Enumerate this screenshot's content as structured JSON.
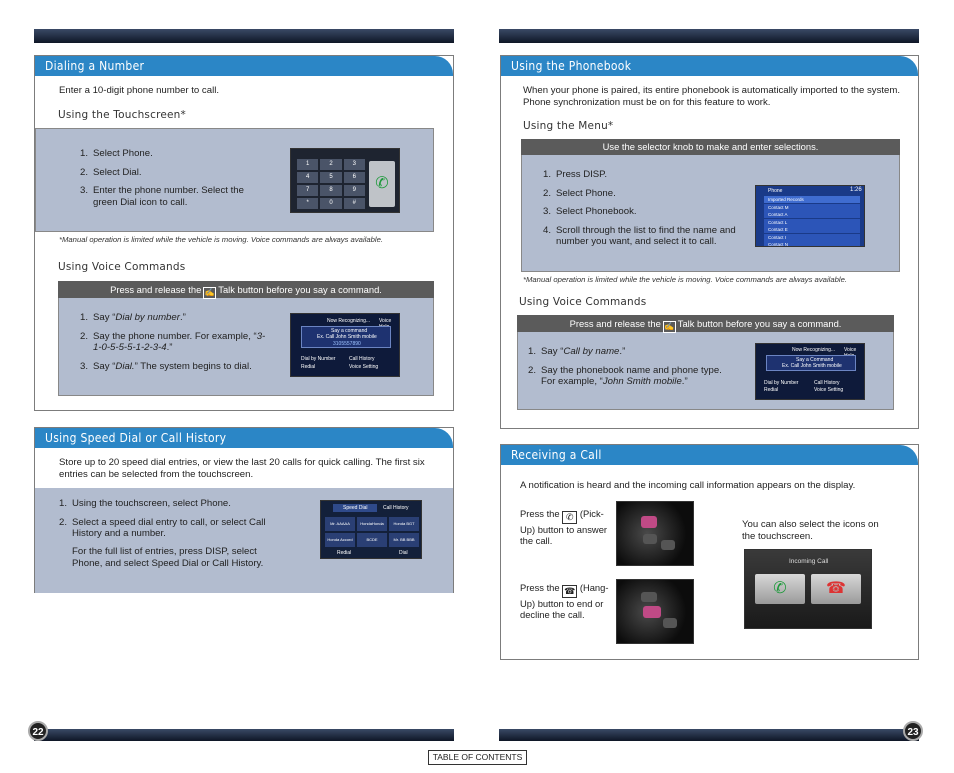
{
  "left": {
    "dialing": {
      "title": "Dialing a Number",
      "intro": "Enter a 10-digit phone number to call.",
      "touch_sub": "Using the Touchscreen*",
      "touch_steps": [
        "Select Phone.",
        "Select Dial.",
        "Enter the phone number. Select the green Dial icon to call."
      ],
      "touch_nums": [
        "1.",
        "2.",
        "3."
      ],
      "note": "*Manual operation is limited while the vehicle is moving. Voice commands are always available.",
      "voice_sub": "Using Voice Commands",
      "voice_bar_a": "Press and release the",
      "voice_bar_b": "Talk button before you say a command.",
      "voice_steps": [
        {
          "pre": "Say “",
          "em": "Dial by number",
          "post": ".”"
        },
        {
          "pre": "Say the phone number. For example, “",
          "em": "3-1-0-5-5-5-1-2-3-4",
          "post": ".”"
        },
        {
          "pre": "Say “",
          "em": "Dial.",
          "post": "”  The system begins to dial."
        }
      ],
      "voice_nums": [
        "1.",
        "2.",
        "3."
      ]
    },
    "speed": {
      "title": "Using Speed Dial or Call History",
      "intro": "Store up to 20 speed dial entries, or view the last 20 calls for quick calling. The first six entries can be selected from the touchscreen.",
      "steps": [
        "Using the touchscreen, select Phone.",
        "Select a speed dial entry to call, or select Call History and a number."
      ],
      "nums": [
        "1.",
        "2."
      ],
      "extra": "For the full list of entries, press DISP, select Phone, and select Speed Dial or Call History."
    },
    "page_num": "22"
  },
  "right": {
    "phonebook": {
      "title": "Using the Phonebook",
      "intro": "When your phone is paired, its entire phonebook is automatically imported to the system. Phone synchronization must be on for this feature to work.",
      "menu_sub": "Using the Menu*",
      "menu_bar": "Use the selector knob to make and enter selections.",
      "menu_steps": [
        "Press DISP.",
        "Select Phone.",
        "Select Phonebook.",
        "Scroll through the list to find the name and number you want, and select it to call."
      ],
      "menu_nums": [
        "1.",
        "2.",
        "3.",
        "4."
      ],
      "note": "*Manual operation is limited while the vehicle is moving. Voice commands are always available.",
      "voice_sub": "Using Voice Commands",
      "voice_bar_a": "Press and release the",
      "voice_bar_b": "Talk button before you say a command.",
      "voice_steps": [
        {
          "pre": "Say “",
          "em": "Call by name",
          "post": ".”"
        },
        {
          "pre": "Say the phonebook name and phone type. For example, “",
          "em": "John Smith mobile",
          "post": ".”"
        }
      ],
      "voice_nums": [
        "1.",
        "2."
      ]
    },
    "receiving": {
      "title": "Receiving a Call",
      "intro": "A notification is heard and the incoming call information appears on the display.",
      "pickup_a": "Press the",
      "pickup_b": "(Pick-Up) button to answer the call.",
      "hangup_a": "Press the",
      "hangup_b": "(Hang-Up) button to end or decline the call.",
      "touch_note": "You can also select the icons on the touchscreen.",
      "incoming_label": "Incoming Call"
    },
    "page_num": "23"
  },
  "screens": {
    "keypad": [
      "1",
      "2",
      "3",
      "4",
      "5",
      "6",
      "7",
      "8",
      "9",
      "*",
      "0",
      "#"
    ],
    "voice_dial": {
      "top": "Now Recognizing...",
      "cancel": "Voice Help",
      "say": "Say a command",
      "example": "Ex. Call John Smith mobile",
      "number": "3105557890",
      "opts": [
        "Dial by Number",
        "Call History",
        "Redial",
        "Voice Setting"
      ]
    },
    "speed_tabs": [
      "Speed Dial",
      "Call History"
    ],
    "speed_entries": [
      "Mr. AAAAA",
      "HondaHonda",
      "Honda BGT",
      "Honda Accord",
      "BCDE",
      "Mr. BB BBB"
    ],
    "speed_bottom": [
      "Redial",
      "Dial"
    ],
    "phonebook_title": "Phone",
    "phonebook_time": "1:26",
    "phonebook_list": [
      "Imported Records",
      "Contact M",
      "Contact A",
      "Contact L",
      "Contact E",
      "Contact I",
      "Contact N"
    ],
    "voice_name": {
      "top": "Now Recognizing...",
      "cancel": "Voice Help",
      "say": "Say a Command",
      "example": "Ex. Call John Smith mobile",
      "opts": [
        "Dial by Number",
        "Call History",
        "Redial",
        "Voice Setting"
      ]
    }
  },
  "toc": "TABLE OF CONTENTS",
  "colors": {
    "header_blue": "#2b86c6",
    "panel": "#b2bccf",
    "bar": "#5b5b5b"
  }
}
